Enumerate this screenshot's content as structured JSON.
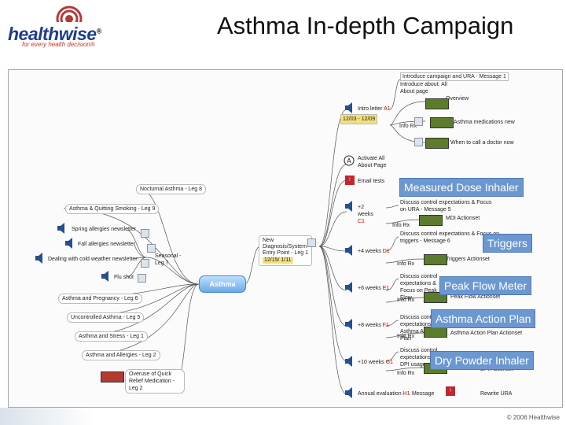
{
  "logo": {
    "brand_a": "health",
    "brand_b": "wise",
    "registered": "®",
    "tagline": "for every health decision®"
  },
  "slide": {
    "title": "Asthma In-depth Campaign",
    "copyright": "© 2006 Healthwise"
  },
  "map": {
    "root": "Asthma",
    "left_branches": [
      "Nocturnal Asthma - Leg 8",
      "Asthma & Quitting Smoking - Leg 9",
      "Spring allergies newsletter",
      "Fall allergies newsletter",
      "Dealing with cold weather newsletter",
      "Seasonal - Leg 7",
      "Flu shot",
      "Asthma and Pregnancy - Leg 6",
      "Uncontrolled Asthma - Leg 5",
      "Asthma and Stress - Leg 1",
      "Asthma and Allergies - Leg 2",
      "Overuse of Quick Relief Medication - Leg 2"
    ],
    "entry": [
      "New",
      "Diagnosis/System",
      "Entry Point - Leg 1"
    ],
    "entry_note": "12/15/ 1/11",
    "right_nodes": [
      {
        "label": "Intro letter",
        "code": "A1"
      },
      {
        "label": "Info Rx",
        "code": ""
      },
      {
        "label": "Activate All About Page",
        "code": ""
      },
      {
        "label": "Email tests",
        "code": ""
      },
      {
        "label": "+2 weeks",
        "code": "C1"
      },
      {
        "label": "Info Rx",
        "code": ""
      },
      {
        "label": "+4 weeks",
        "code": "D1"
      },
      {
        "label": "Info Rx",
        "code": ""
      },
      {
        "label": "+6 weeks",
        "code": "E1"
      },
      {
        "label": "Info Rx",
        "code": ""
      },
      {
        "label": "+8 weeks",
        "code": "F1"
      },
      {
        "label": "Info Rx",
        "code": ""
      },
      {
        "label": "+10 weeks",
        "code": "G1"
      },
      {
        "label": "Info Rx",
        "code": ""
      },
      {
        "label": "Annual evaluation",
        "code": "H1"
      },
      {
        "label": "Message",
        "code": ""
      },
      {
        "label": "Rewrite URA",
        "code": ""
      }
    ],
    "far_right": [
      "Introduce campaign and URA - Message 1",
      "Introduce about: All About page",
      "Overview",
      "Asthma medications new",
      "When to call a doctor now",
      "Discuss control expectations & Focus on URA - Message 5",
      "MDI Actionset",
      "Discuss control expectations & Focus on triggers - Message 6",
      "Triggers Actionset",
      "Discuss control expectations & Focus on Peak Flow",
      "Peak Flow Actionset",
      "Discuss control expectations & Asthma Action Plan",
      "Asthma Action Plan Actionset",
      "Discuss control expectations & DPI usage",
      "DPI Actionset"
    ]
  },
  "callouts": [
    "Measured Dose Inhaler",
    "Triggers",
    "Peak Flow Meter",
    "Asthma Action Plan",
    "Dry Powder Inhaler"
  ],
  "colors": {
    "callout_bg": "#6c98d1",
    "root_blue": "#6aaae8",
    "brand_navy": "#1f3d8c",
    "brand_red": "#c0392b"
  },
  "icons": [
    "speaker-icon",
    "document-icon",
    "alert-icon",
    "activate-icon"
  ]
}
